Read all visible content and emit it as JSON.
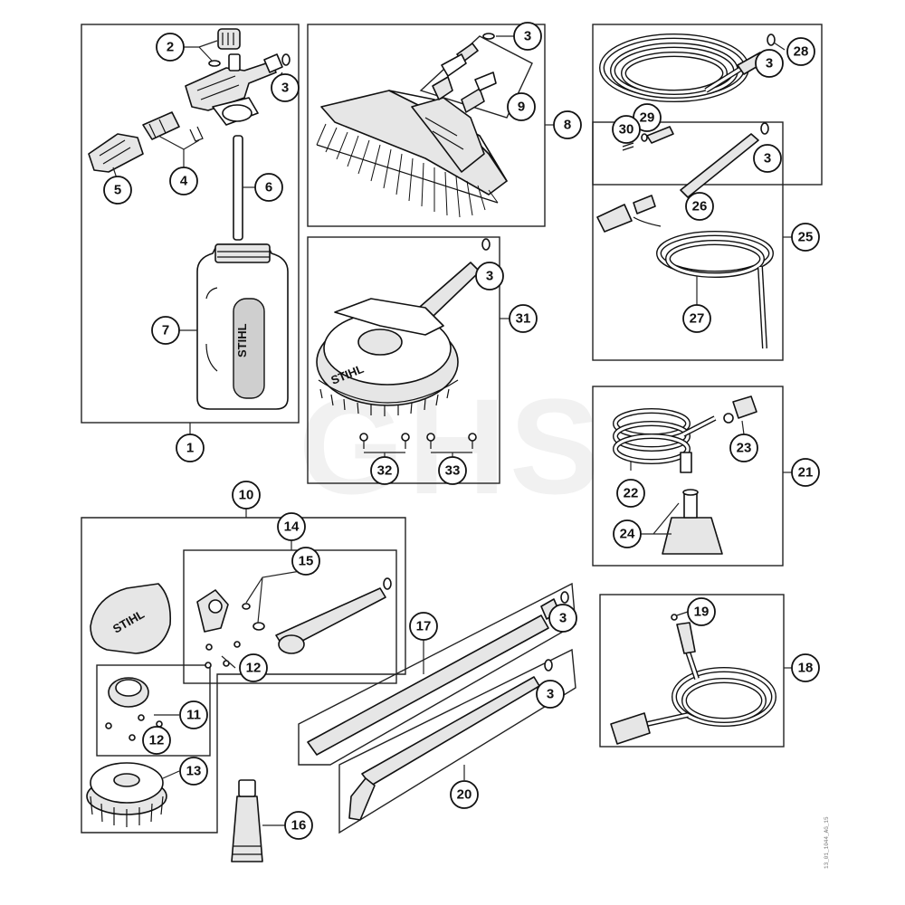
{
  "watermark": "GHS",
  "brand_label": "STIHL",
  "footer_code": "13_01_1044_AG_15",
  "callouts": {
    "c1": "1",
    "c2": "2",
    "c3a": "3",
    "c4": "4",
    "c5": "5",
    "c6": "6",
    "c7": "7",
    "c3b": "3",
    "c9": "9",
    "c8": "8",
    "c28": "28",
    "c3c": "3",
    "c29": "29",
    "c30": "30",
    "c3d": "3",
    "c26": "26",
    "c25": "25",
    "c27": "27",
    "c3e": "3",
    "c31": "31",
    "c32": "32",
    "c33": "33",
    "c21": "21",
    "c23": "23",
    "c22": "22",
    "c24": "24",
    "c10": "10",
    "c14": "14",
    "c15": "15",
    "c12a": "12",
    "c11": "11",
    "c12b": "12",
    "c13": "13",
    "c16": "16",
    "c17": "17",
    "c3f": "3",
    "c3g": "3",
    "c20": "20",
    "c19": "19",
    "c18": "18"
  }
}
